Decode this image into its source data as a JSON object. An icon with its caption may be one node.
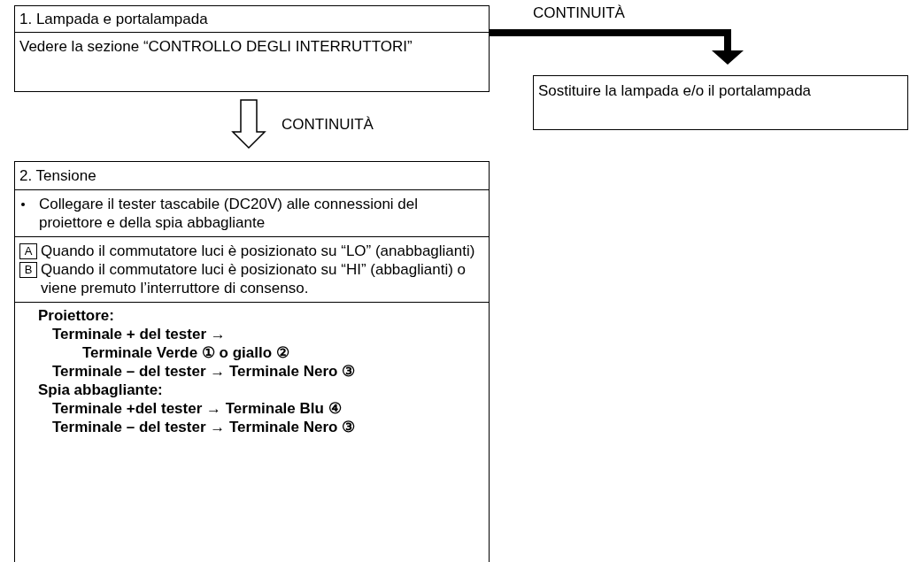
{
  "diagram": {
    "nodes": [
      {
        "text": [
          "1. Lampada e portalampada",
          "Vedere la sezione “CONTROLLO DEGLI INTERRUTTORI”"
        ]
      },
      {
        "text": [
          "Sostituire la lampada e/o il portalampada"
        ]
      },
      {
        "text": [
          "2. Tensione",
          "Collegare il tester tascabile (DC20V) alle connessioni del proiettore e della spia abbagliante",
          "A",
          "Quando il commutatore luci è posizionato su “LO” (anabbaglianti)",
          "B",
          "Quando il commutatore luci è posizionato su “HI” (abbaglianti) o viene premuto l’interruttore di consenso.",
          "Proiettore:",
          "Terminale + del tester →",
          "Terminale Verde ① o giallo ②",
          "Terminale – del tester → Terminale Nero ③",
          "Spia abbagliante:",
          "Terminale +del tester → Terminale Blu ④",
          "Terminale – del tester → Terminale Nero ③"
        ]
      }
    ],
    "edges": [
      {
        "from": 0,
        "to": 1,
        "arrow": "to",
        "label": "CONTINUITÀ"
      },
      {
        "from": 0,
        "to": 2,
        "arrow": "to",
        "label": "CONTINUITÀ"
      }
    ]
  }
}
